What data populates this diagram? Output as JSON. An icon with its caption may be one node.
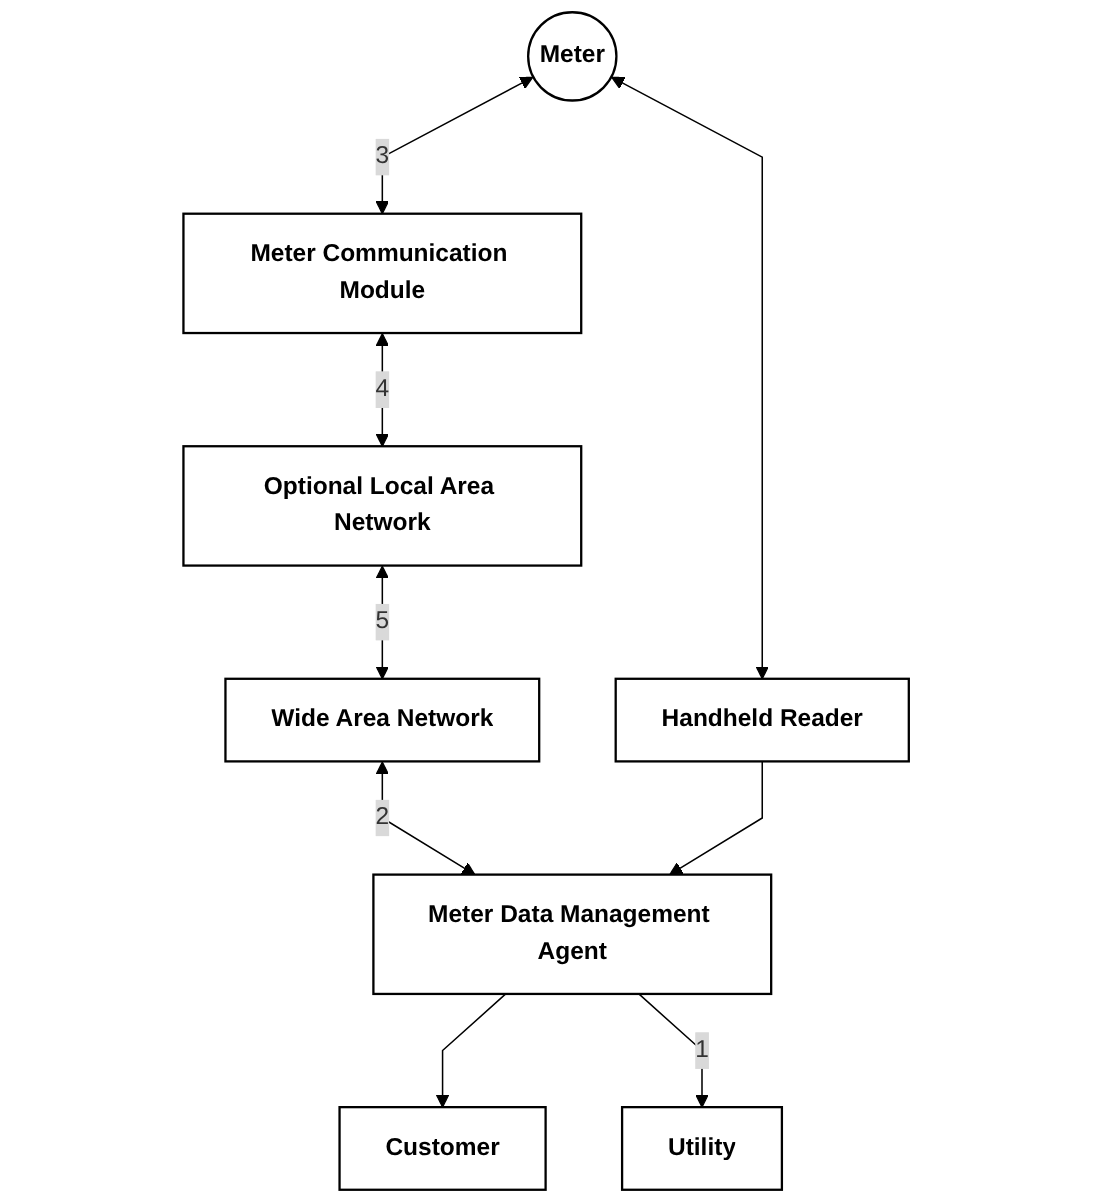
{
  "diagram": {
    "nodes": [
      {
        "text": [
          "Customer"
        ]
      },
      {
        "text": [
          "Meter"
        ]
      },
      {
        "text": [
          "Handheld Reader"
        ]
      },
      {
        "text": [
          "Meter Communication Module"
        ]
      },
      {
        "text": [
          "Optional Local Area Network"
        ]
      },
      {
        "text": [
          "Utility"
        ]
      },
      {
        "text": [
          "Wide Area Network"
        ]
      },
      {
        "text": [
          "Meter Data Management Agent"
        ]
      }
    ],
    "edges": [
      {
        "from": 7,
        "to": 0,
        "arrow": "to"
      },
      {
        "from": 1,
        "to": 2,
        "arrow": "both"
      },
      {
        "from": 1,
        "to": 3,
        "arrow": "both",
        "label": "3"
      },
      {
        "from": 3,
        "to": 4,
        "arrow": "both",
        "label": "4"
      },
      {
        "from": 4,
        "to": 6,
        "arrow": "both",
        "label": "5"
      },
      {
        "from": 6,
        "to": 7,
        "arrow": "both",
        "label": "2"
      },
      {
        "from": 7,
        "to": 5,
        "arrow": "to",
        "label": "1"
      },
      {
        "from": 2,
        "to": 7,
        "arrow": "to"
      }
    ]
  }
}
